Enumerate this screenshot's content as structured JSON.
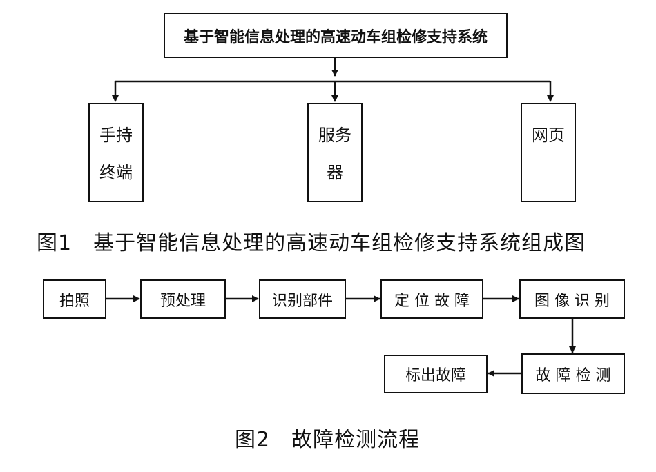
{
  "figure1": {
    "root": "基于智能信息处理的高速动车组检修支持系统",
    "children": [
      {
        "lines": [
          "手持",
          "终端"
        ]
      },
      {
        "lines": [
          "服务",
          "器"
        ]
      },
      {
        "lines": [
          "网页"
        ]
      }
    ],
    "caption": "图1　基于智能信息处理的高速动车组检修支持系统组成图"
  },
  "figure2": {
    "steps": [
      "拍照",
      "预处理",
      "识别部件",
      "定 位 故 障",
      "图 像 识 别",
      "故 障 检 测",
      "标出故障"
    ],
    "caption": "图2　故障检测流程"
  }
}
